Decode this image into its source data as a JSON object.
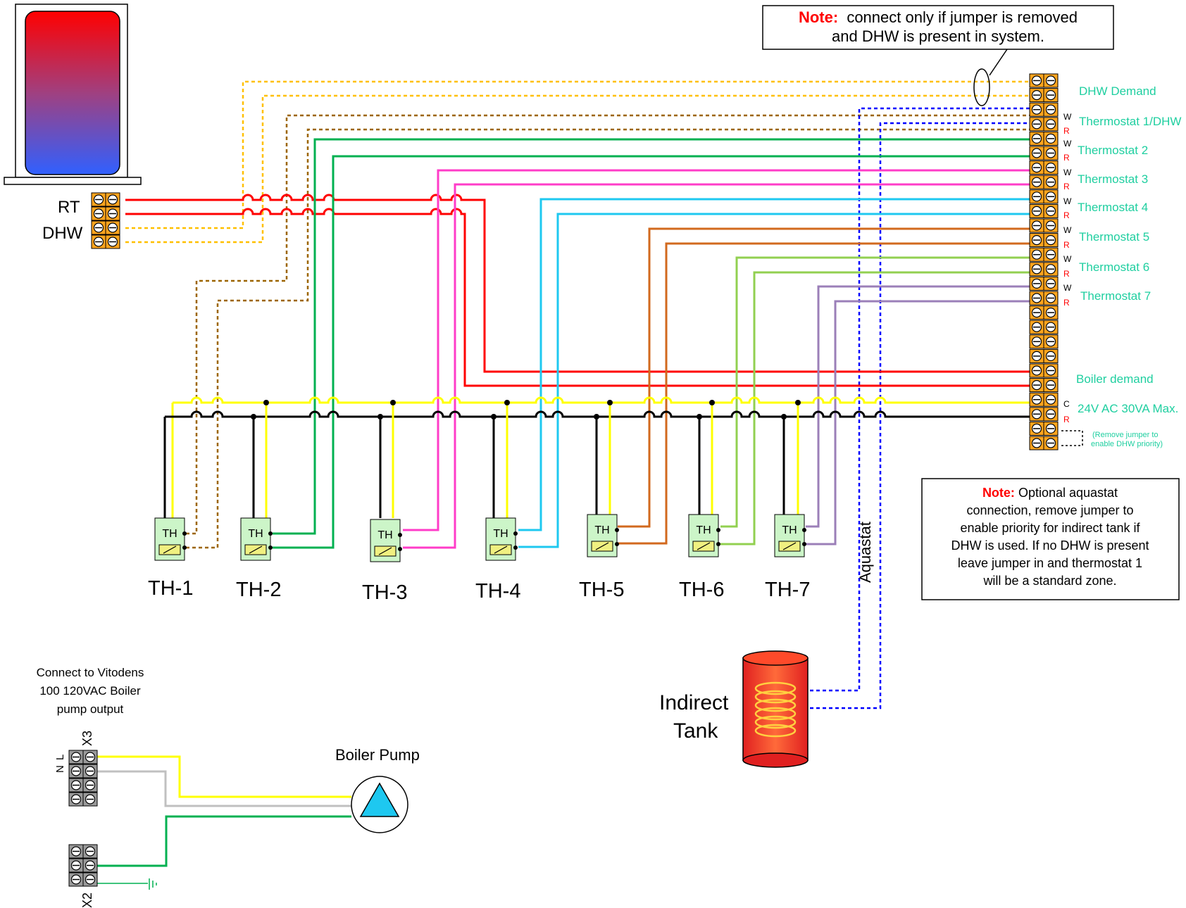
{
  "colors": {
    "hot_wire": "#ff0000",
    "common_wire": "#000000",
    "transformer_wire": "#ffff00",
    "dhw_wire": "#ffc000",
    "tank_sensor_wire": "#9c6500",
    "zone2_wire": "#00b050",
    "zone3_wire": "#ff3cc8",
    "zone4_wire": "#1ec8f0",
    "zone5_wire": "#d2691e",
    "zone6_wire": "#92d050",
    "zone7_wire": "#9b7fb8",
    "aquastat_wire": "#0000ff",
    "terminal_orange": "#ffa51e",
    "terminal_gray": "#9a9a9a",
    "label_teal": "#1fcfa0",
    "thermostat_green": "#ccf5c8"
  },
  "top_note": {
    "lead": "Note:",
    "line1": "connect only if jumper is removed",
    "line2": "and DHW is present in system."
  },
  "boiler_labels": {
    "rt": "RT",
    "dhw": "DHW"
  },
  "terminal_labels": {
    "dhw_demand": "DHW Demand",
    "t1": "Thermostat 1/DHW",
    "t2": "Thermostat 2",
    "t3": "Thermostat 3",
    "t4": "Thermostat 4",
    "t5": "Thermostat 5",
    "t6": "Thermostat 6",
    "t7": "Thermostat 7",
    "boiler_demand": "Boiler demand",
    "power": "24V AC 30VA Max.",
    "jumper_1": "(Remove jumper to",
    "jumper_2": "enable DHW priority)",
    "w": "W",
    "r": "R",
    "c": "C"
  },
  "thermostats": {
    "th1": "TH-1",
    "th2": "TH-2",
    "th3": "TH-3",
    "th4": "TH-4",
    "th5": "TH-5",
    "th6": "TH-6",
    "th7": "TH-7",
    "body": "TH"
  },
  "aquastat_note": {
    "lead": "Note:",
    "l1": "Optional aquastat",
    "l2": "connection, remove jumper to",
    "l3": "enable priority for indirect tank if",
    "l4": "DHW is used. If no DHW is present",
    "l5": "leave jumper in and thermostat 1",
    "l6": "will be a standard zone."
  },
  "aquastat_label": "Aquastat",
  "tank": {
    "l1": "Indirect",
    "l2": "Tank"
  },
  "pump_section": {
    "connect_1": "Connect to Vitodens",
    "connect_2": "100 120VAC Boiler",
    "connect_3": "pump output",
    "x3": "X3",
    "x2": "X2",
    "n": "N",
    "l": "L",
    "pump": "Boiler Pump"
  }
}
